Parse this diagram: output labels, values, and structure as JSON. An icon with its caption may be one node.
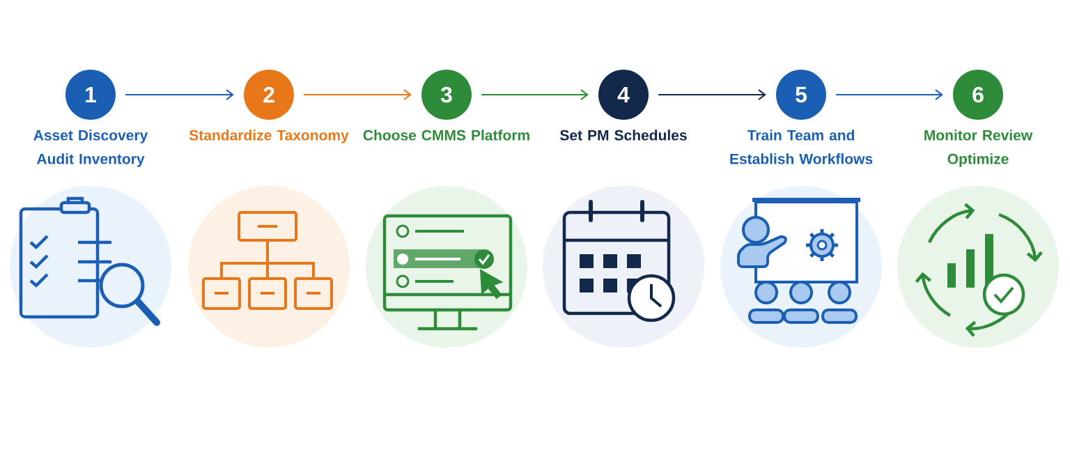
{
  "diagram": {
    "nodes": [
      {
        "text": [
          "1"
        ],
        "beside": [
          "Asset Discovery Audit Inventory"
        ]
      },
      {
        "text": [
          "2"
        ],
        "beside": [
          "Standardize Taxonomy"
        ]
      },
      {
        "text": [
          "3"
        ],
        "beside": [
          "Choose CMMS Platform"
        ]
      },
      {
        "text": [
          "4"
        ],
        "beside": [
          "Set PM Schedules"
        ]
      },
      {
        "text": [
          "5"
        ],
        "beside": [
          "Train Team and Establish Workflows"
        ]
      },
      {
        "text": [
          "6"
        ],
        "beside": [
          "Monitor Review Optimize"
        ]
      }
    ],
    "edges": [
      {
        "from": 0,
        "to": 1,
        "arrow": "to",
        "color": "#1a5fb4"
      },
      {
        "from": 1,
        "to": 2,
        "arrow": "to",
        "color": "#e8771a"
      },
      {
        "from": 2,
        "to": 3,
        "arrow": "to",
        "color": "#2e8b3a"
      },
      {
        "from": 3,
        "to": 4,
        "arrow": "to",
        "color": "#13294b"
      },
      {
        "from": 4,
        "to": 5,
        "arrow": "to",
        "color": "#1a5fb4"
      }
    ]
  }
}
